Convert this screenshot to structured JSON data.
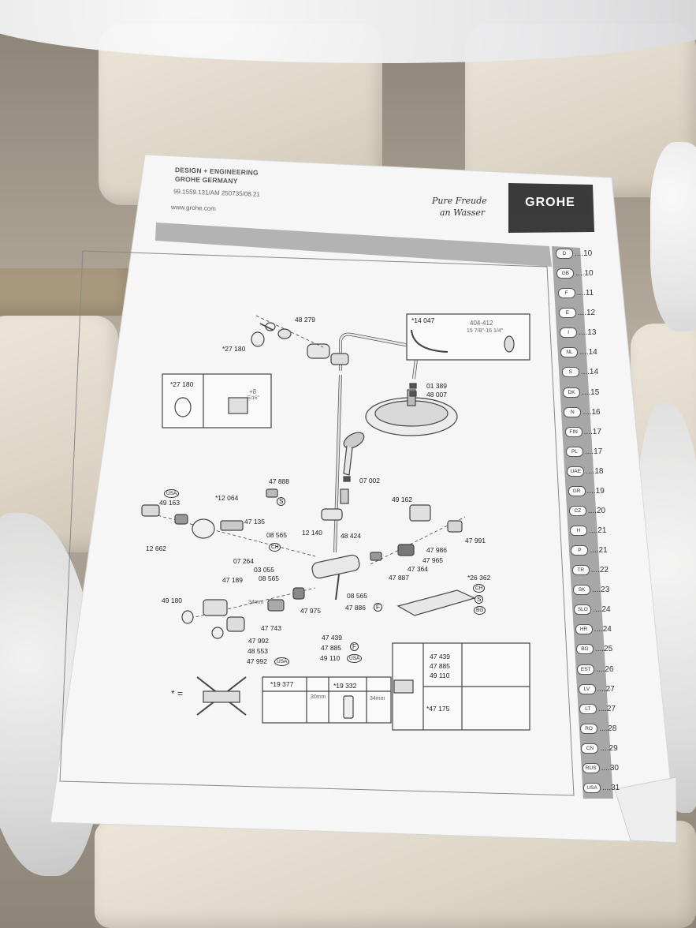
{
  "manual": {
    "header": {
      "line1": "DESIGN + ENGINEERING",
      "line2": "GROHE GERMANY",
      "doc_code": "99.1559.131/AM 250735/08.21",
      "website": "www.grohe.com"
    },
    "slogan_line1": "Pure Freude",
    "slogan_line2": "an Wasser",
    "brand_logo": "GROHE",
    "languages": [
      {
        "code": "D",
        "page": "....10"
      },
      {
        "code": "GB",
        "page": "....10"
      },
      {
        "code": "F",
        "page": "....11"
      },
      {
        "code": "E",
        "page": "....12"
      },
      {
        "code": "I",
        "page": "....13"
      },
      {
        "code": "NL",
        "page": "....14"
      },
      {
        "code": "S",
        "page": "....14"
      },
      {
        "code": "DK",
        "page": "....15"
      },
      {
        "code": "N",
        "page": "....16"
      },
      {
        "code": "FIN",
        "page": "....17"
      },
      {
        "code": "PL",
        "page": "....17"
      },
      {
        "code": "UAE",
        "page": "....18"
      },
      {
        "code": "GR",
        "page": "....19"
      },
      {
        "code": "CZ",
        "page": "....20"
      },
      {
        "code": "H",
        "page": "....21"
      },
      {
        "code": "P",
        "page": "....21"
      },
      {
        "code": "TR",
        "page": "....22"
      },
      {
        "code": "SK",
        "page": "....23"
      },
      {
        "code": "SLO",
        "page": "....24"
      },
      {
        "code": "HR",
        "page": "....24"
      },
      {
        "code": "BG",
        "page": "....25"
      },
      {
        "code": "EST",
        "page": "....26"
      },
      {
        "code": "LV",
        "page": "....27"
      },
      {
        "code": "LT",
        "page": "....27"
      },
      {
        "code": "RO",
        "page": "....28"
      },
      {
        "code": "CN",
        "page": "....29"
      },
      {
        "code": "RUS",
        "page": "....30"
      },
      {
        "code": "USA",
        "page": "....31"
      }
    ],
    "parts": {
      "p48279": "48 279",
      "p27180": "*27 180",
      "p14047": "*14 047",
      "dim1": "404-412",
      "dim2": "15 7/8\"-16 1/4\"",
      "p01389": "01 389",
      "p48007": "48 007",
      "inset_27180": "*27 180",
      "inset_dim1": "+8",
      "inset_dim2": "5/16\"",
      "p47888": "47 888",
      "p07002": "07 002",
      "p49163": "49 163",
      "p12064": "*12 064",
      "p47135": "47 135",
      "p08565a": "08 565",
      "p12662": "12 662",
      "p49162": "49 162",
      "p12140": "12 140",
      "p48424": "48 424",
      "p47991": "47 991",
      "p47986": "47 986",
      "p47965": "47 965",
      "p47364": "47 364",
      "p47887": "47 887",
      "p07264": "07 264",
      "p03055": "03 055",
      "p08565b": "08 565",
      "p47189": "47 189",
      "p26362": "*26 362",
      "p49180": "49 180",
      "size34a": "34mm",
      "p08565c": "08 565",
      "p47886": "47 886",
      "p47975": "47 975",
      "p47743": "47 743",
      "p47439": "47 439",
      "p47885": "47 885",
      "p49110": "49 110",
      "p47992a": "47 992",
      "p48553": "48 553",
      "p47992b": "47 992",
      "table_p47439": "47 439",
      "table_p47885": "47 885",
      "table_p49110": "49 110",
      "table_p47175": "*47 175",
      "tool_19377": "*19 377",
      "tool_30mm": "30mm",
      "tool_19332": "*19 332",
      "tool_34mm": "34mm",
      "star_eq": "* ="
    },
    "markers": {
      "usa": "USA",
      "s": "S",
      "ch": "CH",
      "f": "F",
      "f2": "F",
      "usa2": "USA",
      "ch2": "CH",
      "s2": "S",
      "bg2": "BG",
      "usa3": "USA"
    }
  }
}
